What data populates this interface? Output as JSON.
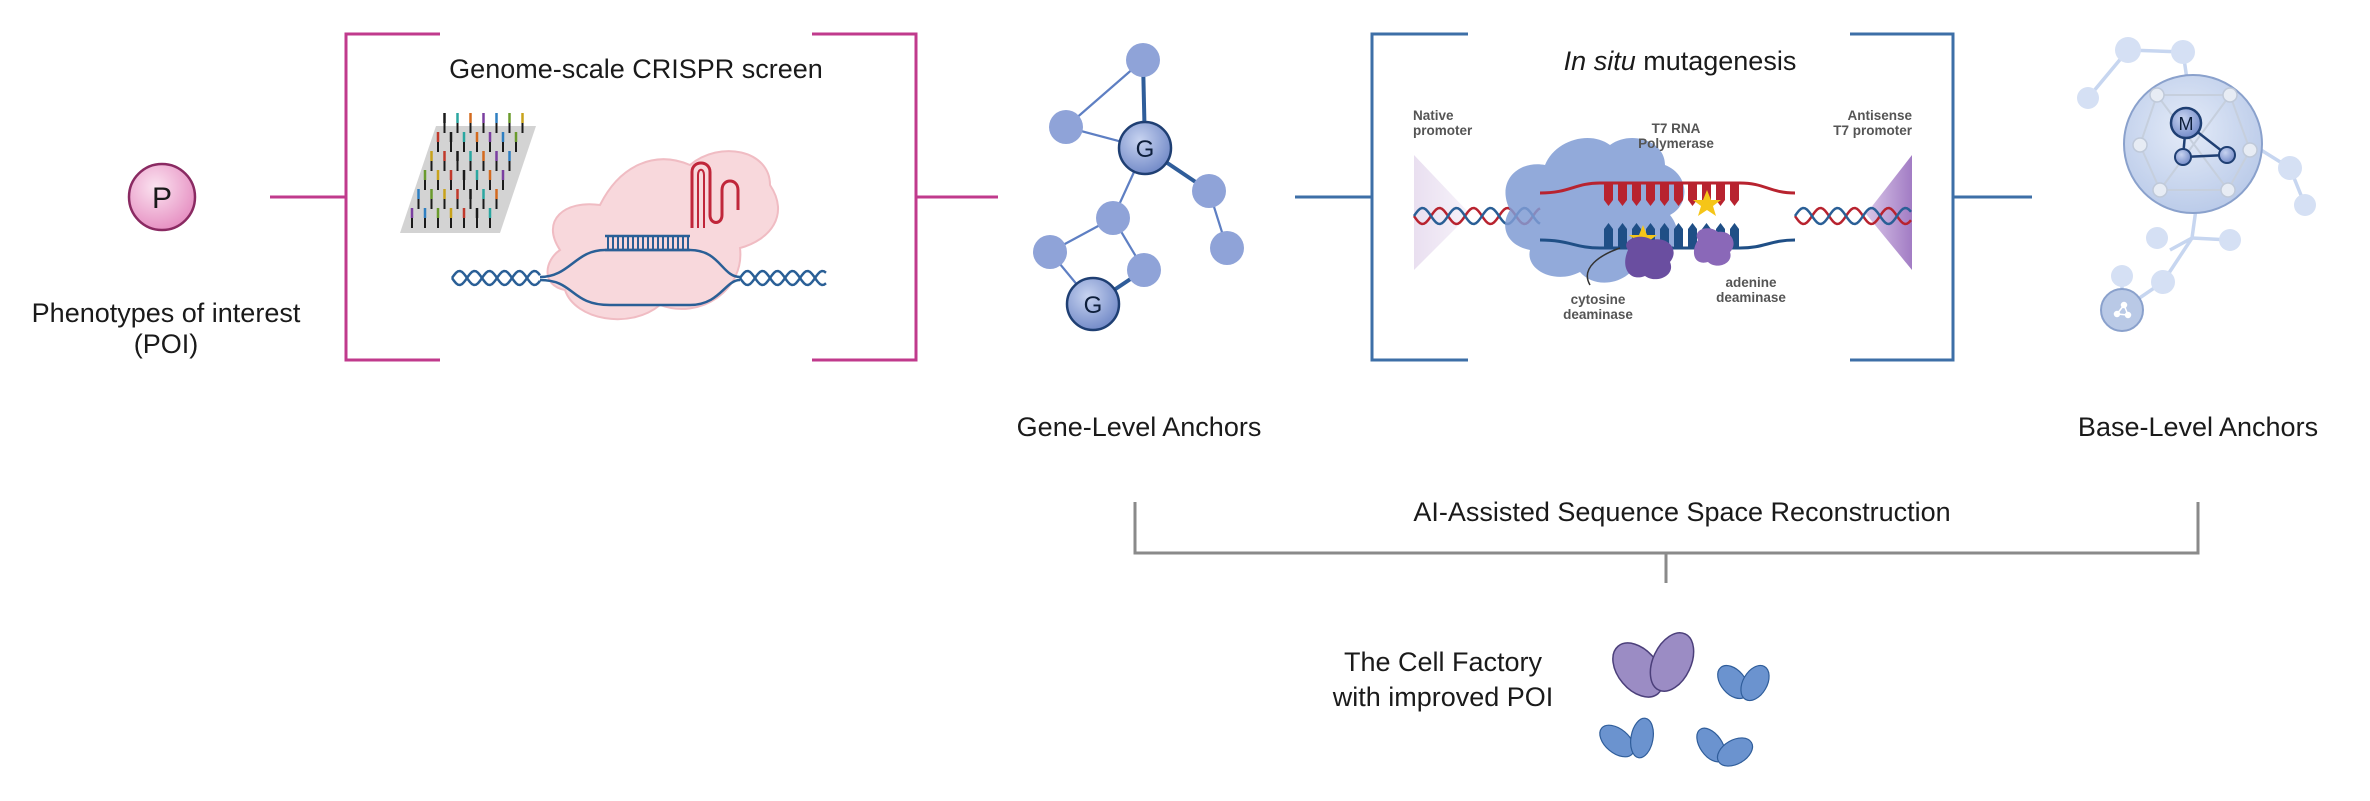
{
  "poi": {
    "node_letter": "P",
    "label_line1": "Phenotypes of interest",
    "label_line2": "(POI)"
  },
  "crispr": {
    "title": "Genome-scale CRISPR screen"
  },
  "gene_anchors": {
    "node_letter": "G",
    "label": "Gene-Level Anchors"
  },
  "mutagenesis": {
    "title_italic": "In situ",
    "title_rest": " mutagenesis",
    "native_promoter": [
      "Native",
      "promoter"
    ],
    "polymerase": [
      "T7 RNA",
      "Polymerase"
    ],
    "antisense_promoter": [
      "Antisense",
      "T7 promoter"
    ],
    "cytosine_deaminase": [
      "cytosine",
      "deaminase"
    ],
    "adenine_deaminase": [
      "adenine",
      "deaminase"
    ]
  },
  "base_anchors": {
    "node_letter": "M",
    "label": "Base-Level Anchors"
  },
  "reconstruction": {
    "label": "AI-Assisted Sequence Space Reconstruction"
  },
  "cell_factory": {
    "label_line1": "The Cell Factory",
    "label_line2": "with improved POI"
  },
  "colors": {
    "magenta_bracket": "#c03a8c",
    "blue_bracket": "#3d6fa7",
    "node_blue": "#8fa3d8",
    "node_dark": "#2f5d9a",
    "pale_node": "#c9d8f0",
    "dna_red": "#b8232f",
    "dna_blue": "#2a5f96",
    "grey_bracket": "#8a8a8a",
    "cell_purple": "#9b8cc4",
    "cell_blue": "#6b93cf"
  }
}
